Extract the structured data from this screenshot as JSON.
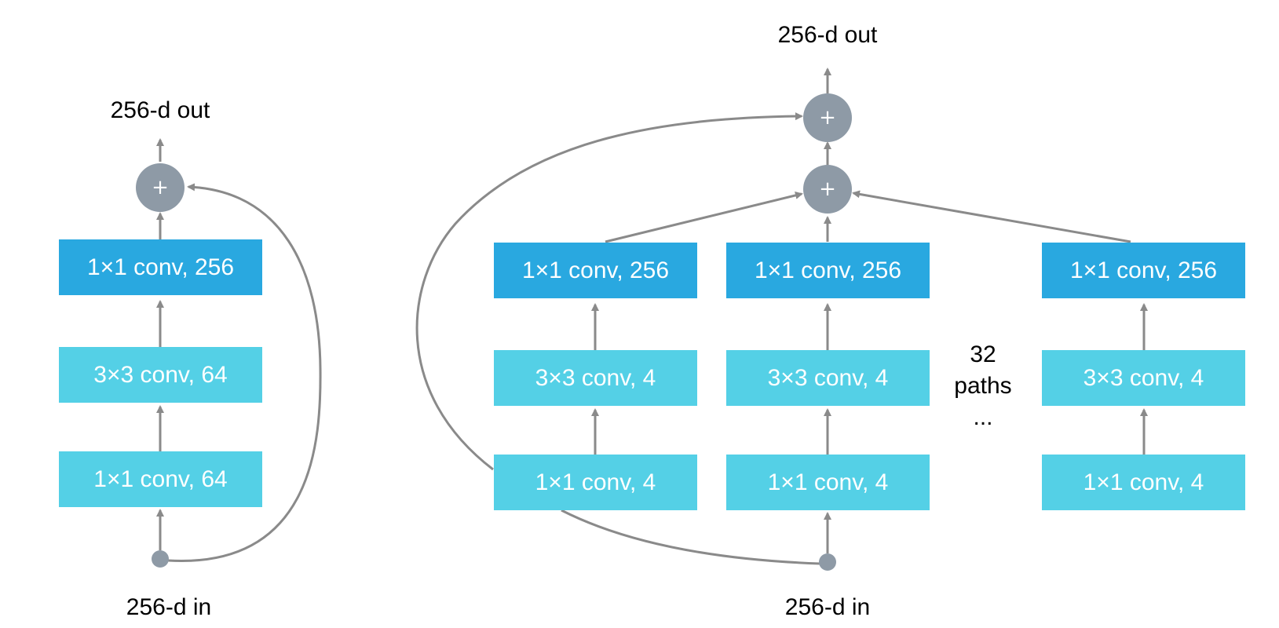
{
  "left_block": {
    "out_label": "256-d out",
    "in_label": "256-d in",
    "add_symbol": "+",
    "layers": [
      "1×1 conv, 256",
      "3×3 conv, 64",
      "1×1 conv, 64"
    ]
  },
  "right_block": {
    "out_label": "256-d out",
    "in_label": "256-d in",
    "add_symbol": "+",
    "paths_label": "32\npaths\n...",
    "path_1": [
      "1×1 conv, 256",
      "3×3 conv, 4",
      "1×1 conv, 4"
    ],
    "path_2": [
      "1×1 conv, 256",
      "3×3 conv, 4",
      "1×1 conv, 4"
    ],
    "path_32": [
      "1×1 conv, 256",
      "3×3 conv, 4",
      "1×1 conv, 4"
    ]
  },
  "colors": {
    "dark_box": "#29a8e0",
    "light_box": "#54d0e6",
    "node": "#8e9aa6",
    "line": "#8a8a8a"
  }
}
